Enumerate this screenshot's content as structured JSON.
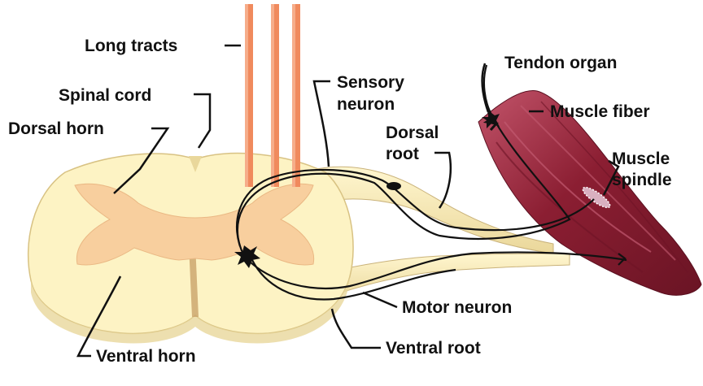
{
  "labels": {
    "long_tracts": "Long tracts",
    "spinal_cord": "Spinal cord",
    "dorsal_horn": "Dorsal horn",
    "sensory_neuron_1": "Sensory",
    "sensory_neuron_2": "neuron",
    "dorsal_root_1": "Dorsal",
    "dorsal_root_2": "root",
    "tendon_organ": "Tendon organ",
    "muscle_fiber": "Muscle fiber",
    "muscle_spindle_1": "Muscle",
    "muscle_spindle_2": "spindle",
    "motor_neuron": "Motor neuron",
    "ventral_root": "Ventral root",
    "ventral_horn": "Ventral horn"
  },
  "colors": {
    "white_matter": "#fdf3c4",
    "white_matter_shade": "#e9d79b",
    "gray_matter": "#f8cf9e",
    "long_tracts": "#f08a5d",
    "muscle": "#8b1e32",
    "muscle_light": "#b5425a",
    "nerve": "#111111",
    "text": "#111111"
  }
}
